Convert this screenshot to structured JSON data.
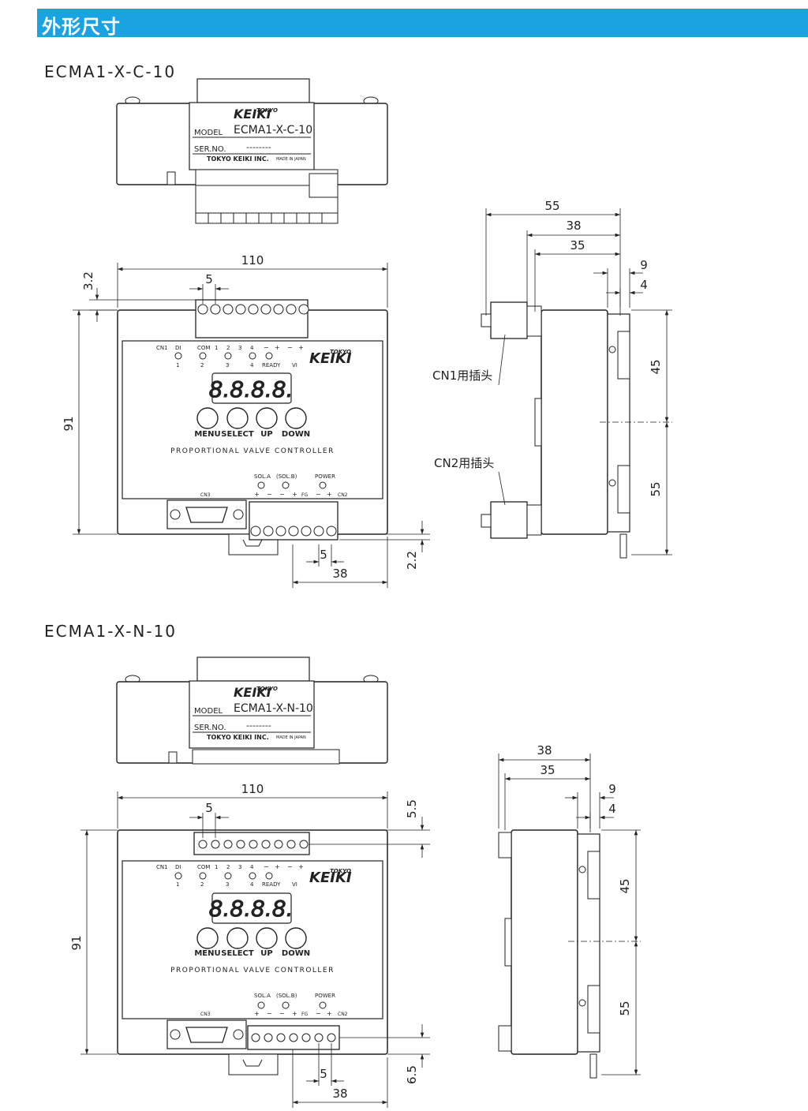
{
  "header": {
    "title": "外形尺寸"
  },
  "models": [
    {
      "title": "ECMA1-X-C-10",
      "nameplate": {
        "brand_small": "TOKYO",
        "brand": "KEIKI",
        "model_label": "MODEL",
        "model_value": "ECMA1-X-C-10",
        "ser_label": "SER.NO.",
        "ser_value": "--------",
        "maker": "TOKYO KEIKI INC.",
        "made_in": "MADE IN JAPAN"
      },
      "front_dims": {
        "width": "110",
        "pitch_top": "5",
        "offset_top": "3.2",
        "height": "91",
        "offset_bottom": "2.2",
        "pitch_bottom": "5",
        "bottom_span": "38"
      },
      "side_dims": {
        "d55": "55",
        "d38": "38",
        "d35": "35",
        "d9": "9",
        "d4": "4",
        "d45": "45",
        "d55b": "55"
      },
      "callouts": {
        "cn1": "CN1用插头",
        "cn2": "CN2用插头"
      }
    },
    {
      "title": "ECMA1-X-N-10",
      "nameplate": {
        "brand_small": "TOKYO",
        "brand": "KEIKI",
        "model_label": "MODEL",
        "model_value": "ECMA1-X-N-10",
        "ser_label": "SER.NO.",
        "ser_value": "--------",
        "maker": "TOKYO KEIKI INC.",
        "made_in": "MADE IN JAPAN"
      },
      "front_dims": {
        "width": "110",
        "pitch_top": "5",
        "offset_top": "5.5",
        "height": "91",
        "offset_bottom": "6.5",
        "pitch_bottom": "5",
        "bottom_span": "38"
      },
      "side_dims": {
        "d38": "38",
        "d35": "35",
        "d9": "9",
        "d4": "4",
        "d45": "45",
        "d55b": "55"
      }
    }
  ],
  "panel": {
    "brand_small": "TOKYO",
    "brand": "KEIKI",
    "top_labels": [
      "CN1",
      "DI",
      "COM",
      "1",
      "2",
      "3",
      "4",
      "−",
      "+",
      "−",
      "+"
    ],
    "led_labels": [
      "1",
      "2",
      "3",
      "4",
      "READY",
      "VI"
    ],
    "display": "8.8.8.8.",
    "buttons": [
      "MENU",
      "SELECT",
      "UP",
      "DOWN"
    ],
    "caption": "PROPORTIONAL VALVE CONTROLLER",
    "status_labels": [
      "SOL.A",
      "(SOL.B)",
      "POWER"
    ],
    "bottom_labels": [
      "+",
      "−",
      "−",
      "+",
      "FG",
      "−",
      "+",
      "CN2"
    ],
    "cn3": "CN3"
  }
}
